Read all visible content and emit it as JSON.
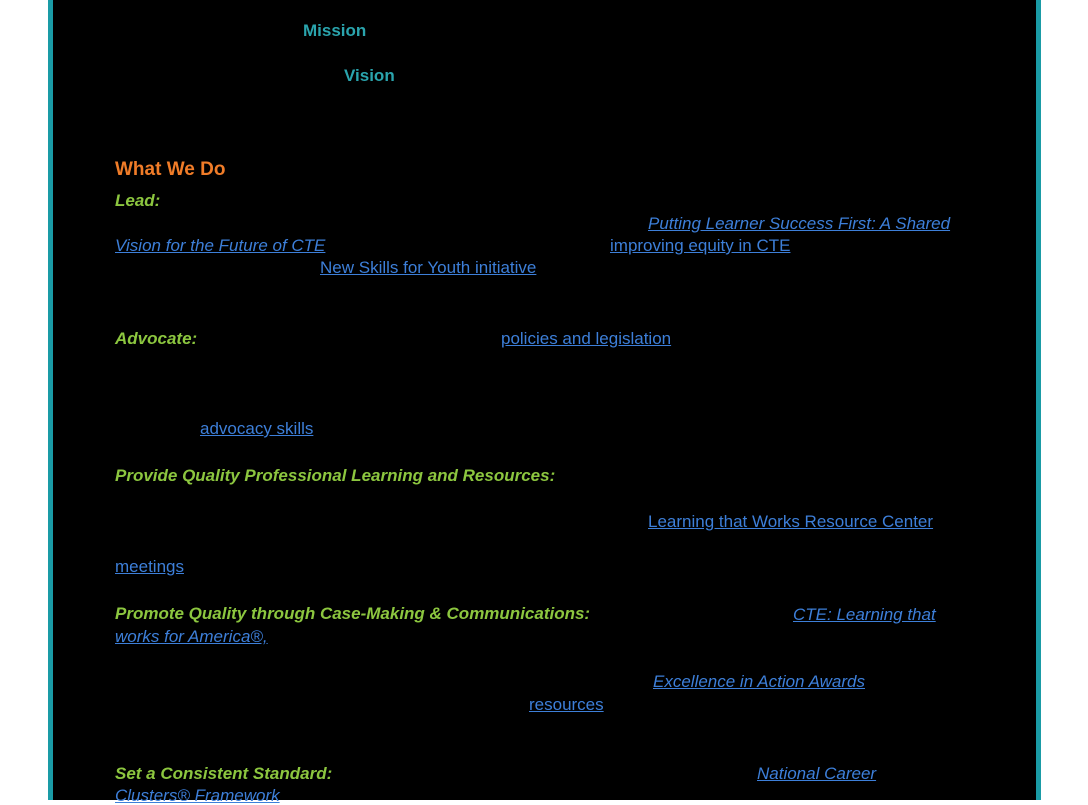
{
  "mission": {
    "heading": "Mission"
  },
  "vision": {
    "heading": "Vision"
  },
  "what_we_do": {
    "heading": "What We Do",
    "lead": {
      "label": "Lead:",
      "link_shared_vision_1": "Putting Learner Success First: A Shared",
      "link_shared_vision_2": "Vision for the Future of CTE",
      "link_equity": "improving equity in CTE",
      "link_new_skills": "New Skills for Youth initiative"
    },
    "advocate": {
      "label": "Advocate:",
      "link_policies": "policies and legislation",
      "link_advocacy_skills": "advocacy skills"
    },
    "professional_learning": {
      "label": "Provide Quality Professional Learning and Resources:",
      "link_resource_center": "Learning that Works Resource Center",
      "link_meetings": "meetings"
    },
    "promote": {
      "label": "Promote Quality through Case-Making & Communications:",
      "link_cte_1": "CTE: Learning that",
      "link_cte_2": "works for America®,",
      "link_awards": "Excellence in Action Awards",
      "link_resources": "resources"
    },
    "standard": {
      "label": "Set a Consistent Standard:",
      "link_clusters_1": "National Career",
      "link_clusters_2": "Clusters® Framework"
    }
  },
  "colors": {
    "background": "#000000",
    "border": "#1a9ba6",
    "teal_heading": "#2aa4ad",
    "orange_heading": "#f07c28",
    "green_label": "#8cc63f",
    "link": "#3d7fd9"
  }
}
